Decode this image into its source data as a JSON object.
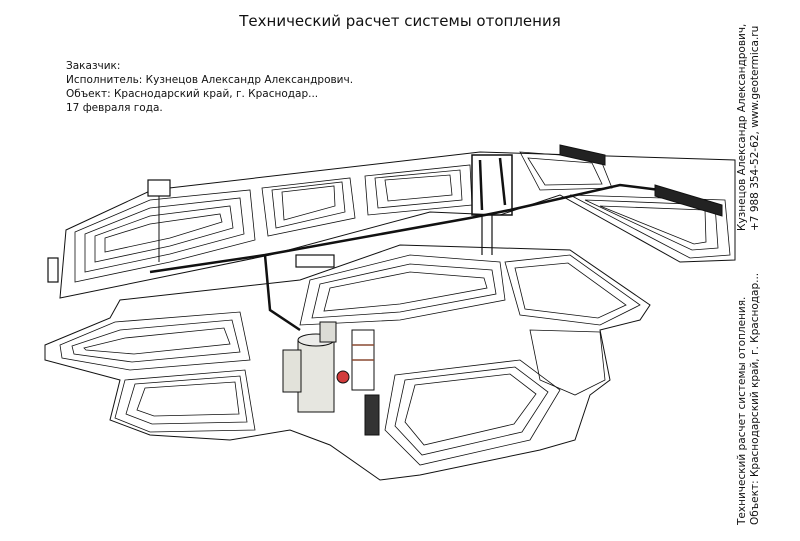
{
  "header": {
    "title": "Технический расчет системы отопления"
  },
  "info": {
    "customer": "Заказчик:",
    "executor": "Исполнитель: Кузнецов Александр Александрович.",
    "object": "Объект: Краснодарский край, г. Краснодар...",
    "date": "17 февраля года."
  },
  "side_top": {
    "line1": "Кузнецов Александр Александрович,",
    "line2": "+7 988 354-52-62, www.geotermica.ru"
  },
  "side_bottom": {
    "line1": "Технический расчет системы отопления.",
    "line2": "Объект: Краснодарский край, г. Краснодар..."
  },
  "colors": {
    "line": "#111111",
    "boiler_fill": "#e6e6e0",
    "tank_fill": "#dcdcd6",
    "accent_red": "#d23b3b",
    "pipe_brown": "#8a4a32"
  }
}
